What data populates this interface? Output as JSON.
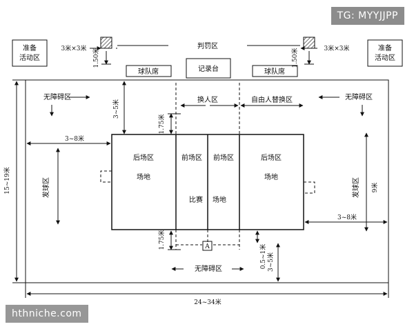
{
  "labels": {
    "prep_left": [
      "准备",
      "活动区"
    ],
    "prep_right": [
      "准备",
      "活动区"
    ],
    "dim_3x3_left": "3米×3米",
    "dim_3x3_right": "3米×3米",
    "penalty_area": "判罚区",
    "dim_150_left": "1.50米",
    "dim_150_right": "1.50米",
    "team_bench_left": "球队席",
    "team_bench_right": "球队席",
    "scorer_table": "记录台",
    "free_zone_left": "无障碍区",
    "free_zone_right": "无障碍区",
    "free_zone_bottom": "无障碍区",
    "sub_zone": "换人区",
    "libero_zone": "自由人替换区",
    "dim_3to5_top": "3~5米",
    "dim_3to5_bottom": "3~5米",
    "dim_175_top": "1.75米",
    "dim_175_bottom": "1.75米",
    "dim_3to8_left": "3~8米",
    "dim_3to8_right": "3~8米",
    "back_zone_left": "后场区",
    "front_zone_left": "前场区",
    "front_zone_right": "前场区",
    "back_zone_right": "后场区",
    "court_left": "场地",
    "court_right": "场地",
    "match_left": "比赛",
    "match_right": "场地",
    "serve_zone_left": "发球区",
    "serve_zone_right": "发球区",
    "dim_9m": "9米",
    "dim_height": "15~19米",
    "dim_width": "24~34米",
    "dim_05to1": "0.5~1米",
    "referee_mark": "A"
  },
  "watermarks": {
    "tg": "TG: MYYJJPP",
    "site": "hthniche.com"
  }
}
